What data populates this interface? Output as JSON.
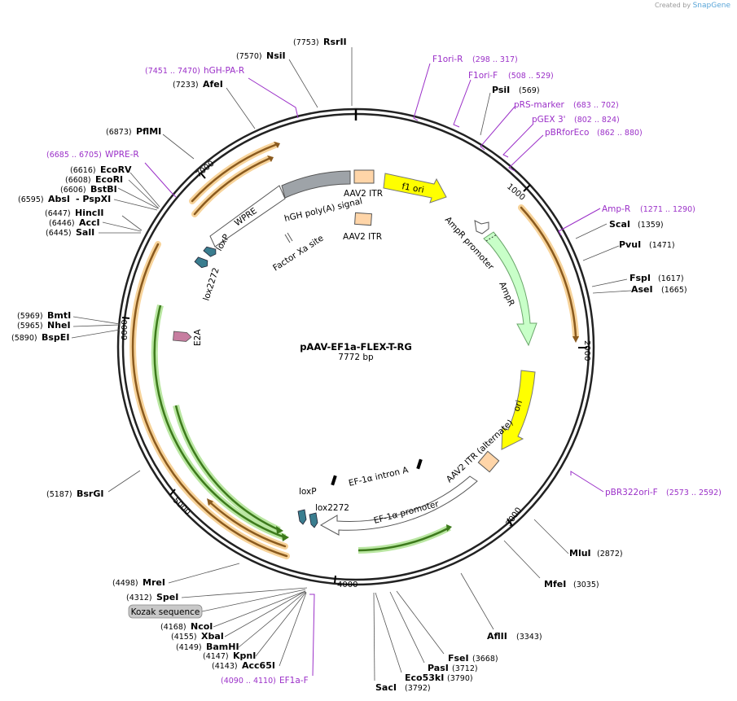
{
  "credit": {
    "prefix": "Created by",
    "brand": "SnapGene"
  },
  "plasmid": {
    "name": "pAAV-EF1a-FLEX-T-RG",
    "length": "7772 bp"
  },
  "ticks": [
    "1000",
    "2000",
    "3000",
    "4000",
    "5000",
    "6000",
    "7000"
  ],
  "sites": [
    {
      "name": "RsrII",
      "pos": "(7753)"
    },
    {
      "name": "NsiI",
      "pos": "(7570)"
    },
    {
      "name": "AfeI",
      "pos": "(7233)"
    },
    {
      "name": "PflMI",
      "pos": "(6873)"
    },
    {
      "name": "EcoRV",
      "pos": "(6616)"
    },
    {
      "name": "EcoRI",
      "pos": "(6608)"
    },
    {
      "name": "BstBI",
      "pos": "(6606)"
    },
    {
      "name": "AbsI",
      "pos": "(6595)"
    },
    {
      "name": "- PspXI",
      "pos": ""
    },
    {
      "name": "HincII",
      "pos": "(6447)"
    },
    {
      "name": "AccI",
      "pos": "(6446)"
    },
    {
      "name": "SalI",
      "pos": "(6445)"
    },
    {
      "name": "BmtI",
      "pos": "(5969)"
    },
    {
      "name": "NheI",
      "pos": "(5965)"
    },
    {
      "name": "BspEI",
      "pos": "(5890)"
    },
    {
      "name": "BsrGI",
      "pos": "(5187)"
    },
    {
      "name": "MreI",
      "pos": "(4498)"
    },
    {
      "name": "SpeI",
      "pos": "(4312)"
    },
    {
      "name": "NcoI",
      "pos": "(4168)"
    },
    {
      "name": "XbaI",
      "pos": "(4155)"
    },
    {
      "name": "BamHI",
      "pos": "(4149)"
    },
    {
      "name": "KpnI",
      "pos": "(4147)"
    },
    {
      "name": "Acc65I",
      "pos": "(4143)"
    },
    {
      "name": "SacI",
      "pos": "(3792)"
    },
    {
      "name": "Eco53kI",
      "pos": "(3790)"
    },
    {
      "name": "PasI",
      "pos": "(3712)"
    },
    {
      "name": "FseI",
      "pos": "(3668)"
    },
    {
      "name": "AflII",
      "pos": "(3343)"
    },
    {
      "name": "MfeI",
      "pos": "(3035)"
    },
    {
      "name": "MluI",
      "pos": "(2872)"
    },
    {
      "name": "PsiI",
      "pos": "(569)"
    },
    {
      "name": "ScaI",
      "pos": "(1359)"
    },
    {
      "name": "PvuI",
      "pos": "(1471)"
    },
    {
      "name": "FspI",
      "pos": "(1617)"
    },
    {
      "name": "AseI",
      "pos": "(1665)"
    }
  ],
  "primers": [
    {
      "name": "hGH-PA-R",
      "range": "(7451 .. 7470)"
    },
    {
      "name": "WPRE-R",
      "range": "(6685 .. 6705)"
    },
    {
      "name": "F1ori-R",
      "range": "(298 .. 317)"
    },
    {
      "name": "F1ori-F",
      "range": "(508 .. 529)"
    },
    {
      "name": "pRS-marker",
      "range": "(683 .. 702)"
    },
    {
      "name": "pGEX 3'",
      "range": "(802 .. 824)"
    },
    {
      "name": "pBRforEco",
      "range": "(862 .. 880)"
    },
    {
      "name": "Amp-R",
      "range": "(1271 .. 1290)"
    },
    {
      "name": "pBR322ori-F",
      "range": "(2573 .. 2592)"
    },
    {
      "name": "EF1a-F",
      "range": "(4090 .. 4110)"
    }
  ],
  "features": {
    "f1_ori": "f1 ori",
    "aav2_itr": "AAV2 ITR",
    "aav2_itr_2": "AAV2 ITR",
    "hgh_polya": "hGH poly(A) signal",
    "factor_xa": "Factor Xa site",
    "wpre": "WPRE",
    "loxp_top": "loxP",
    "lox2272_top": "lox2272",
    "ampr_promoter": "AmpR promoter",
    "ampr": "AmpR",
    "ori": "ori",
    "aav2_itr_alt": "AAV2 ITR (alternate)",
    "ef1a_intron": "EF-1α intron A",
    "ef1a_promoter": "EF-1α promoter",
    "e2a": "E2A",
    "loxp_bottom": "loxP",
    "lox2272_bottom": "lox2272",
    "kozak": "Kozak sequence"
  },
  "colors": {
    "backbone": "#222222",
    "orange_arrow": "#f4a73b",
    "green_arrow": "#3d9a1c",
    "f1_ori": "#ffff00",
    "ampr": "#c8ffc8",
    "itr": "#ffd5a8",
    "polya": "#9ea3a8",
    "lox": "#3a7d8f",
    "e2a": "#c77da0",
    "primer": "#9b30c8"
  }
}
